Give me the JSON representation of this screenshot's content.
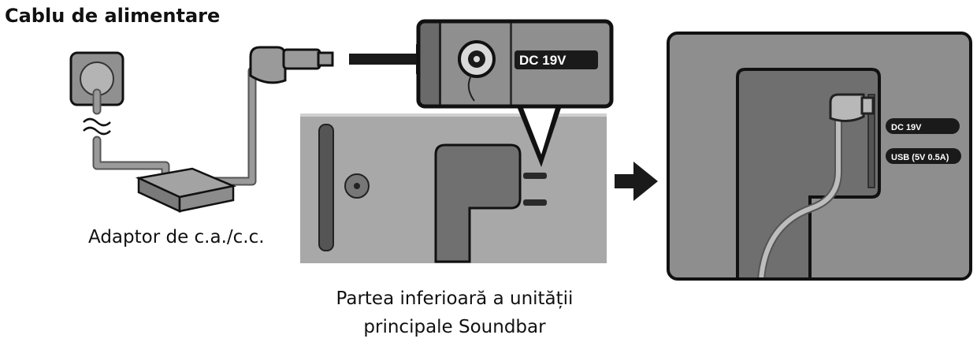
{
  "labels": {
    "power_cable": "Cablu de alimentare",
    "adaptor": "Adaptor de c.a./c.c.",
    "bottom_line1": "Partea inferioară a unității",
    "bottom_line2": "principale Soundbar"
  },
  "port_labels": {
    "dc_zoom": "DC 19V",
    "dc_detail": "DC 19V",
    "usb_detail": "USB (5V 0.5A)"
  },
  "colors": {
    "panel": "#8e8e8e",
    "panel_dark": "#6f6f6f",
    "border": "#111111",
    "cable": "#9a9a9a",
    "cable_outline": "#555555",
    "arrow": "#1a1a1a",
    "label_bg": "#1a1a1a",
    "label_text": "#ffffff"
  }
}
